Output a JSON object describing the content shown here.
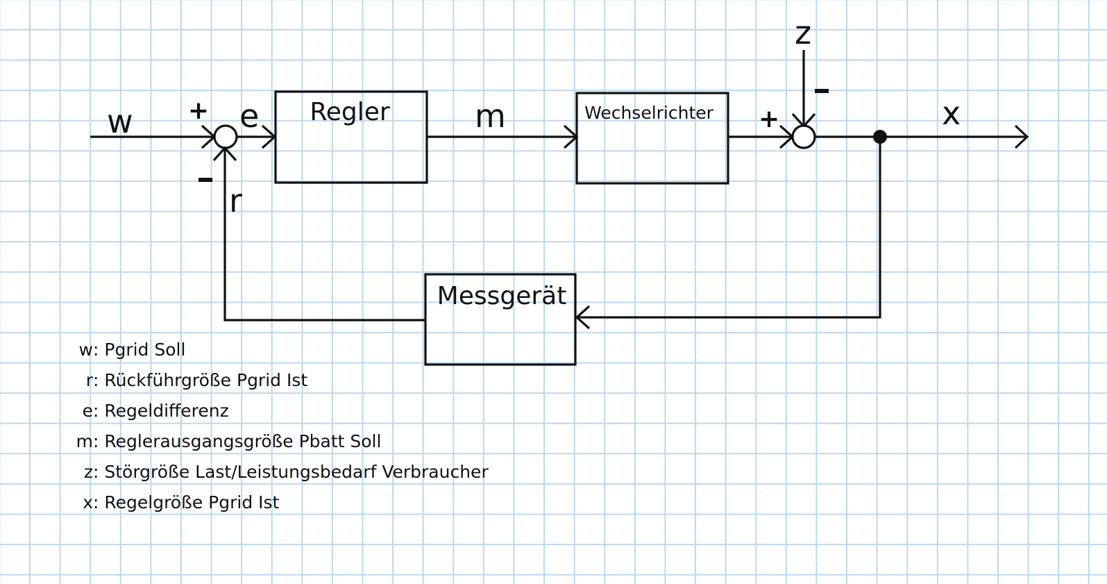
{
  "blocks": {
    "controller": "Regler",
    "inverter": "Wechselrichter",
    "meter": "Messgerät"
  },
  "signals": {
    "w": "w",
    "e": "e",
    "m": "m",
    "x": "x",
    "r": "r",
    "z": "z"
  },
  "signs": {
    "sum1_plus": "+",
    "sum1_minus": "-",
    "sum2_plus": "+",
    "sum2_minus": "-"
  },
  "legend": [
    {
      "key": "w",
      "text": "Pgrid Soll"
    },
    {
      "key": "r",
      "text": "Rückführgröße Pgrid Ist"
    },
    {
      "key": "e",
      "text": "Regeldifferenz"
    },
    {
      "key": "m",
      "text": "Reglerausgangsgröße Pbatt Soll"
    },
    {
      "key": "z",
      "text": "Störgröße Last/Leistungsbedarf Verbraucher"
    },
    {
      "key": "x",
      "text": "Regelgröße Pgrid Ist"
    }
  ],
  "colors": {
    "ink": "#111111",
    "grid": "#bcd7ee",
    "paper": "#ffffff"
  }
}
